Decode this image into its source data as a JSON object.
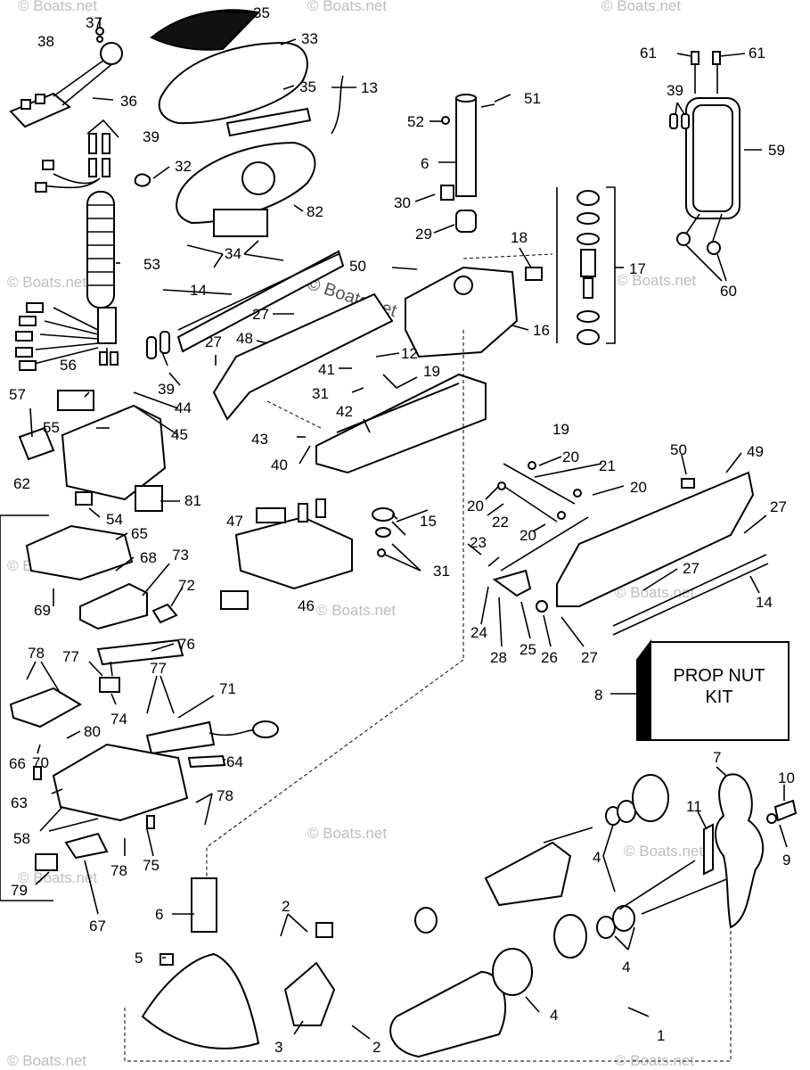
{
  "diagram": {
    "watermark": "© Boats.net",
    "kit_box": {
      "line1": "PROP NUT",
      "line2": "KIT"
    },
    "callouts": [
      "1",
      "2",
      "3",
      "4",
      "5",
      "6",
      "7",
      "8",
      "9",
      "10",
      "11",
      "12",
      "13",
      "14",
      "15",
      "16",
      "17",
      "18",
      "19",
      "20",
      "21",
      "22",
      "23",
      "24",
      "25",
      "26",
      "27",
      "28",
      "29",
      "30",
      "31",
      "32",
      "33",
      "34",
      "35",
      "36",
      "37",
      "38",
      "39",
      "40",
      "41",
      "42",
      "43",
      "44",
      "45",
      "46",
      "47",
      "48",
      "49",
      "50",
      "51",
      "52",
      "53",
      "54",
      "55",
      "56",
      "57",
      "58",
      "59",
      "60",
      "61",
      "62",
      "63",
      "64",
      "65",
      "66",
      "67",
      "68",
      "69",
      "70",
      "71",
      "72",
      "73",
      "74",
      "75",
      "76",
      "77",
      "78",
      "79",
      "80",
      "81",
      "82"
    ]
  }
}
